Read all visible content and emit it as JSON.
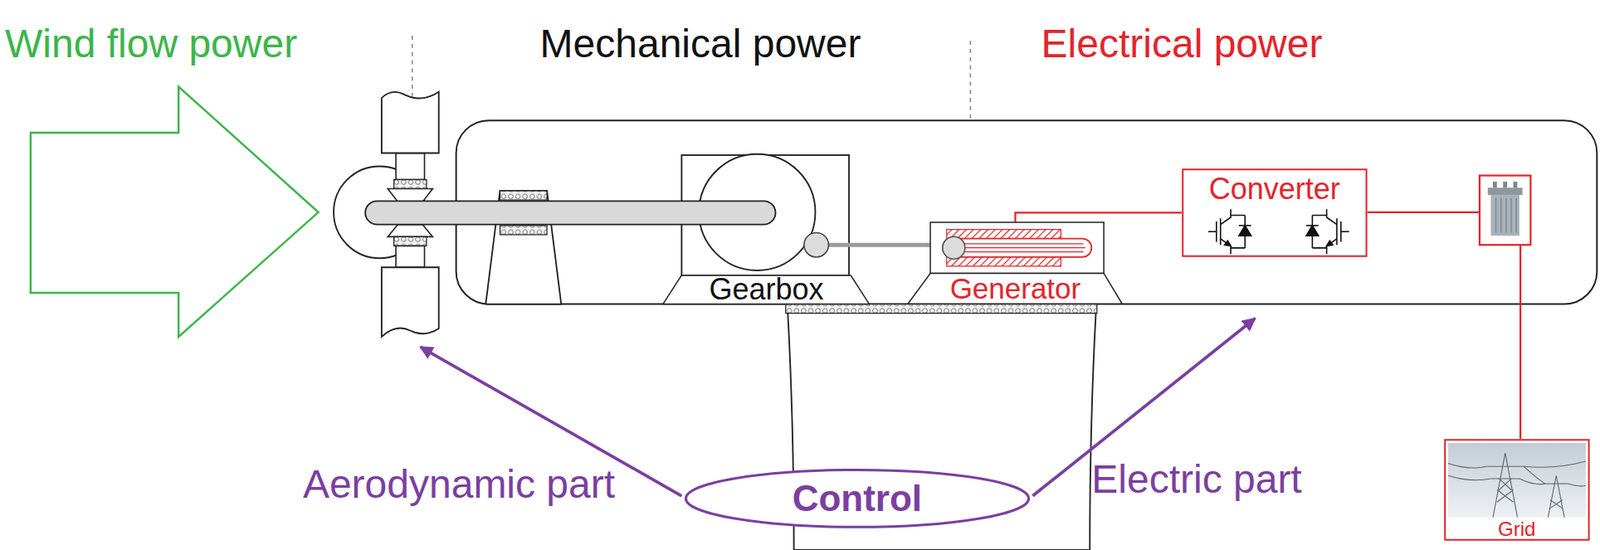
{
  "diagram": {
    "nodes": [
      {
        "text": [
          "Gearbox"
        ]
      },
      {
        "text": [
          "Generator"
        ]
      },
      {
        "text": [
          "Converter"
        ]
      },
      {
        "text": [
          "Control"
        ]
      },
      {
        "text": [
          "Grid"
        ]
      }
    ],
    "edges": [
      {
        "from": 1,
        "to": 2,
        "arrow": "none"
      }
    ],
    "labels": [
      "Wind flow power",
      "Mechanical power",
      "Electrical power",
      "Aerodynamic part",
      "Electric part"
    ]
  }
}
